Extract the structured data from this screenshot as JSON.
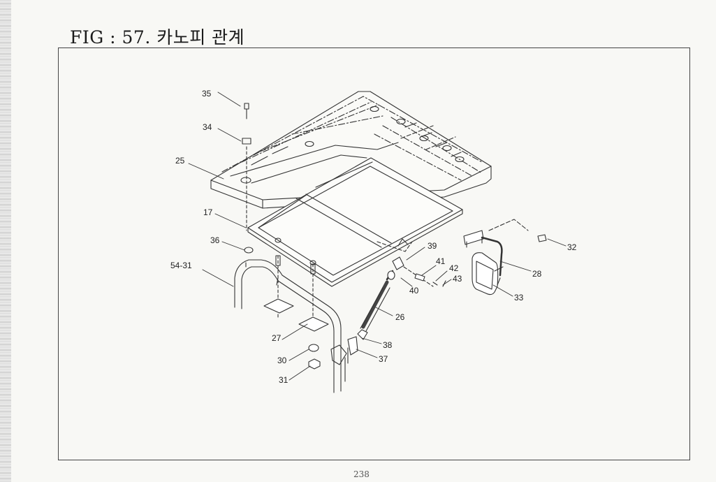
{
  "figure_title": "FIG : 57. 카노피 관계",
  "page_number": "238",
  "part_labels": [
    "35",
    "34",
    "25",
    "17",
    "36",
    "54-31",
    "39",
    "41",
    "42",
    "43",
    "40",
    "32",
    "28",
    "33",
    "26",
    "38",
    "37",
    "27",
    "30",
    "31"
  ]
}
